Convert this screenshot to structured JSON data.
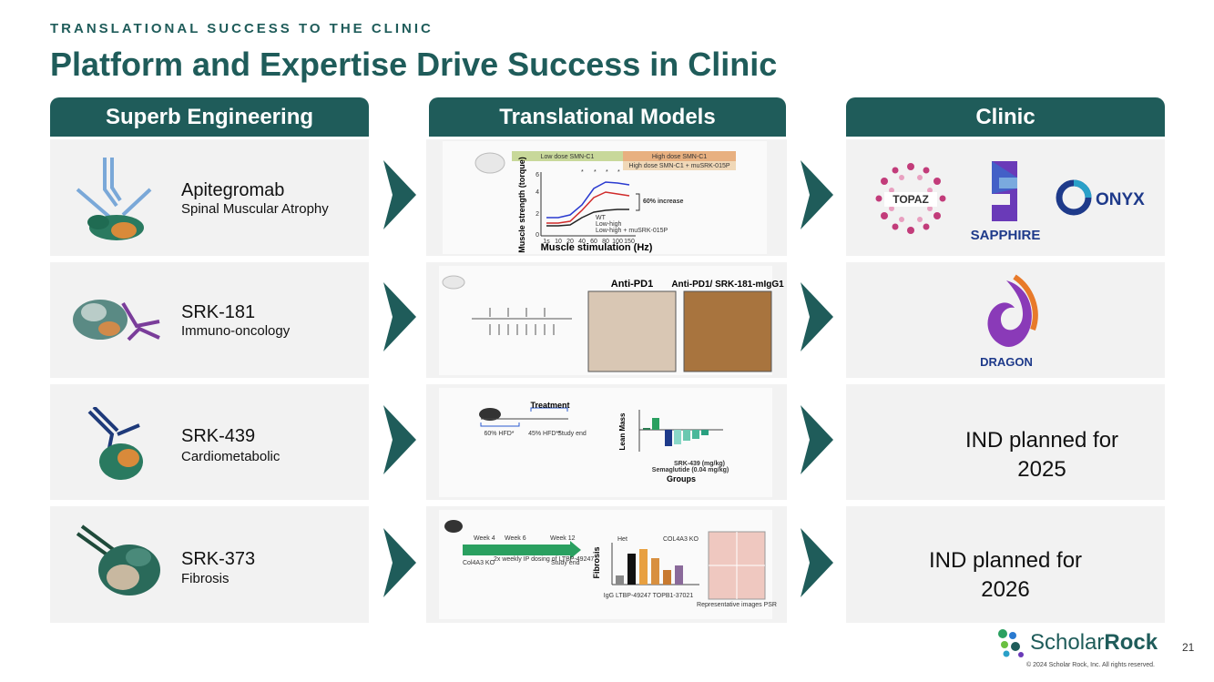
{
  "header": {
    "eyebrow": "TRANSLATIONAL SUCCESS TO THE CLINIC",
    "title": "Platform and Expertise Drive Success in Clinic"
  },
  "columns": {
    "engineering": "Superb Engineering",
    "models": "Translational Models",
    "clinic": "Clinic"
  },
  "engineering_rows": [
    {
      "name": "Apitegromab",
      "sub": "Spinal Muscular Atrophy"
    },
    {
      "name": "SRK-181",
      "sub": "Immuno-oncology"
    },
    {
      "name": "SRK-439",
      "sub": "Cardiometabolic"
    },
    {
      "name": "SRK-373",
      "sub": "Fibrosis"
    }
  ],
  "model1": {
    "band_low": "Low dose SMN-C1",
    "band_high": "High dose SMN-C1",
    "band_high2": "High dose SMN-C1 + muSRK-015P",
    "ylabel": "Muscle strength (torque)",
    "xlabel": "Muscle stimulation (Hz)",
    "increase": "60% increase",
    "legend": [
      "WT",
      "Low-high",
      "Low-high + muSRK-015P"
    ],
    "xticks": [
      "1s",
      "10",
      "20",
      "40",
      "60",
      "80",
      "100",
      "150"
    ]
  },
  "model2": {
    "label_a": "Anti-PD1",
    "label_b": "Anti-PD1/ SRK-181-mIgG1"
  },
  "model3": {
    "treatment": "Treatment",
    "hfd1": "60% HFD*",
    "hfd2": "45% HFD**",
    "study_end": "Study end",
    "ylabel": "Lean Mass",
    "xlabel": "Groups",
    "srk_label": "SRK-439 (mg/kg)",
    "sema_label": "Semaglutide (0.04 mg/kg)"
  },
  "model4": {
    "week4": "Week 4",
    "week6": "Week 6",
    "week12": "Week 12",
    "col": "Col4A3 KO",
    "dosing": "2x weekly IP dosing of LTBP-49247",
    "study_end": "Study end",
    "ylabel": "Fibrosis",
    "het": "Het",
    "ko": "COL4A3 KO",
    "groups": "IgG    LTBP-49247    TOPB1-37021",
    "caption": "Representative images PSR"
  },
  "clinic": {
    "topaz": "TOPAZ",
    "sapphire": "SAPPHIRE",
    "onyx": "ONYX",
    "dragon": "DRAGON",
    "ind1": "IND planned for 2025",
    "ind2": "IND planned for 2026"
  },
  "footer": {
    "brand_a": "Scholar",
    "brand_b": "Rock",
    "page": "21",
    "copyright": "© 2024 Scholar Rock, Inc. All rights reserved."
  },
  "colors": {
    "teal": "#1f5c5a",
    "panel": "#f2f2f2"
  }
}
